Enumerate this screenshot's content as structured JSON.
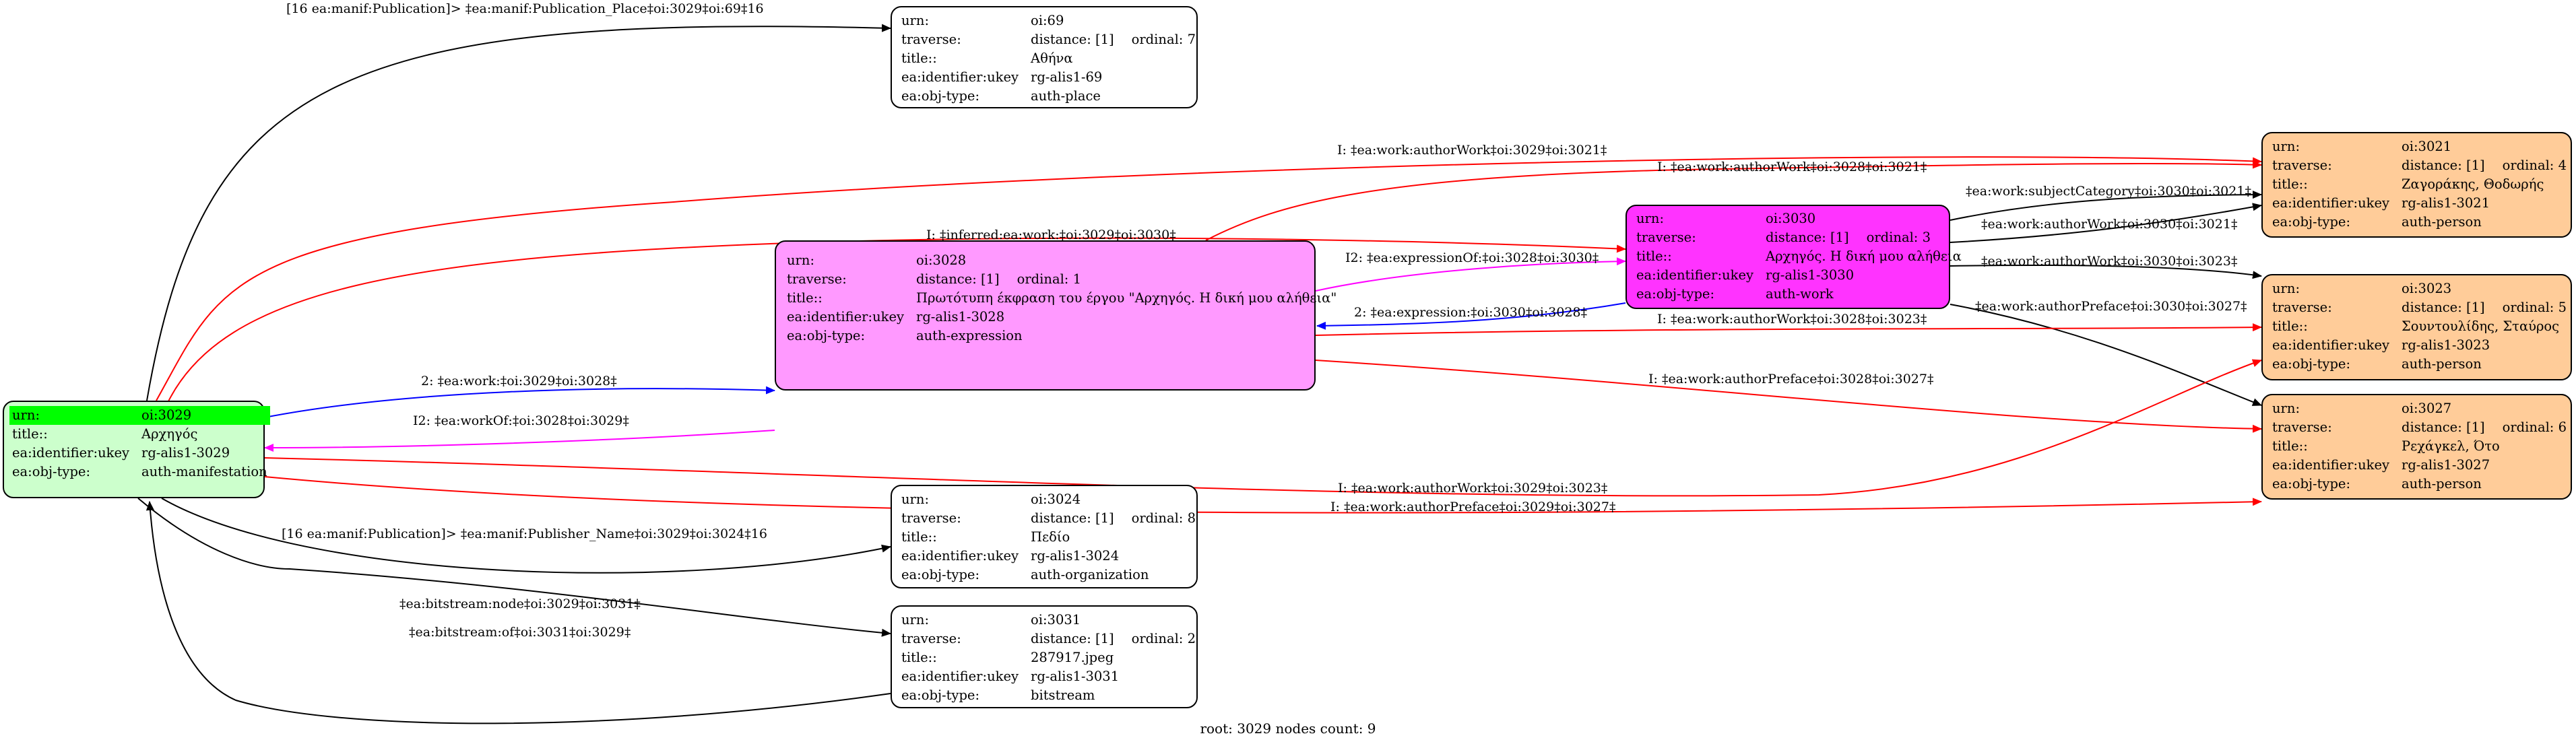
{
  "colors": {
    "manifestation_fill": "#ccffcc",
    "manifestation_header": "#00ff00",
    "expression_fill": "#ff99ff",
    "work_fill": "#ff33ff",
    "person_fill": "#ffcc99",
    "plain_fill": "#ffffff",
    "edge_black": "#000000",
    "edge_red": "#ff0000",
    "edge_blue": "#0000ff",
    "edge_magenta": "#ff00ff"
  },
  "labels": {
    "urn": "urn:",
    "traverse": "traverse:",
    "title": "title::",
    "ukey": "ea:identifier:ukey",
    "objtype": "ea:obj-type:"
  },
  "nodes": {
    "n3029": {
      "urn": "oi:3029",
      "title": "Αρχηγός",
      "ukey": "rg-alis1-3029",
      "objtype": "auth-manifestation"
    },
    "n69": {
      "urn": "oi:69",
      "distance": "distance: [1]",
      "ordinal": "ordinal: 7",
      "title": "Αθήνα",
      "ukey": "rg-alis1-69",
      "objtype": "auth-place"
    },
    "n3028": {
      "urn": "oi:3028",
      "distance": "distance: [1]",
      "ordinal": "ordinal: 1",
      "title": "Πρωτότυπη έκφραση του έργου \"Αρχηγός. Η δική μου αλήθεια\"",
      "ukey": "rg-alis1-3028",
      "objtype": "auth-expression"
    },
    "n3030": {
      "urn": "oi:3030",
      "distance": "distance: [1]",
      "ordinal": "ordinal: 3",
      "title": "Αρχηγός. Η δική μου αλήθεια",
      "ukey": "rg-alis1-3030",
      "objtype": "auth-work"
    },
    "n3021": {
      "urn": "oi:3021",
      "distance": "distance: [1]",
      "ordinal": "ordinal: 4",
      "title": "Ζαγοράκης, Θοδωρής",
      "ukey": "rg-alis1-3021",
      "objtype": "auth-person"
    },
    "n3023": {
      "urn": "oi:3023",
      "distance": "distance: [1]",
      "ordinal": "ordinal: 5",
      "title": "Σουντουλίδης, Σταύρος",
      "ukey": "rg-alis1-3023",
      "objtype": "auth-person"
    },
    "n3027": {
      "urn": "oi:3027",
      "distance": "distance: [1]",
      "ordinal": "ordinal: 6",
      "title": "Ρεχάγκελ, Ότο",
      "ukey": "rg-alis1-3027",
      "objtype": "auth-person"
    },
    "n3024": {
      "urn": "oi:3024",
      "distance": "distance: [1]",
      "ordinal": "ordinal: 8",
      "title": "Πεδίο",
      "ukey": "rg-alis1-3024",
      "objtype": "auth-organization"
    },
    "n3031": {
      "urn": "oi:3031",
      "distance": "distance: [1]",
      "ordinal": "ordinal: 2",
      "title": "287917.jpeg",
      "ukey": "rg-alis1-3031",
      "objtype": "bitstream"
    }
  },
  "edges": {
    "e_place": "[16 ea:manif:Publication]> ‡ea:manif:Publication_Place‡oi:3029‡oi:69‡16",
    "e_aw_3029_3021": "I: ‡ea:work:authorWork‡oi:3029‡oi:3021‡",
    "e_aw_3028_3021": "I: ‡ea:work:authorWork‡oi:3028‡oi:3021‡",
    "e_inferred_work": "I: ‡inferred:ea:work:‡oi:3029‡oi:3030‡",
    "e_work": "2: ‡ea:work:‡oi:3029‡oi:3028‡",
    "e_workof": "I2: ‡ea:workOf:‡oi:3028‡oi:3029‡",
    "e_exprof": "I2: ‡ea:expressionOf:‡oi:3028‡oi:3030‡",
    "e_expr": "2: ‡ea:expression:‡oi:3030‡oi:3028‡",
    "e_subjcat": "‡ea:work:subjectCategory‡oi:3030‡oi:3021‡",
    "e_aw_3030_3021": "‡ea:work:authorWork‡oi:3030‡oi:3021‡",
    "e_aw_3030_3023": "‡ea:work:authorWork‡oi:3030‡oi:3023‡",
    "e_ap_3030_3027": "‡ea:work:authorPreface‡oi:3030‡oi:3027‡",
    "e_aw_3028_3023": "I: ‡ea:work:authorWork‡oi:3028‡oi:3023‡",
    "e_ap_3028_3027": "I: ‡ea:work:authorPreface‡oi:3028‡oi:3027‡",
    "e_aw_3029_3023": "I: ‡ea:work:authorWork‡oi:3029‡oi:3023‡",
    "e_ap_3029_3027": "I: ‡ea:work:authorPreface‡oi:3029‡oi:3027‡",
    "e_publisher": "[16 ea:manif:Publication]> ‡ea:manif:Publisher_Name‡oi:3029‡oi:3024‡16",
    "e_bsnode": "‡ea:bitstream:node‡oi:3029‡oi:3031‡",
    "e_bsof": "‡ea:bitstream:of‡oi:3031‡oi:3029‡"
  },
  "footer": "root: 3029 nodes count: 9"
}
